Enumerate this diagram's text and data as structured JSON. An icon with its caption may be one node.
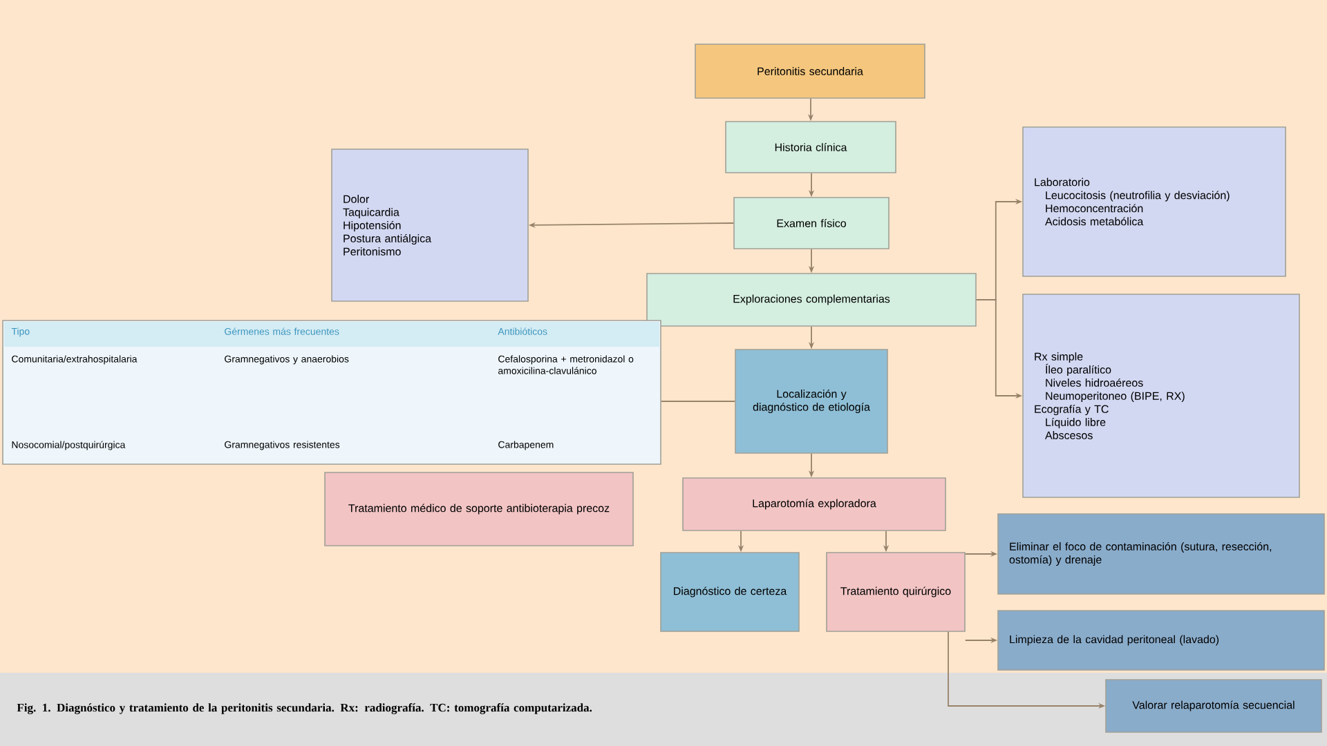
{
  "diagram": {
    "caption": "Fig. 1. Diagnóstico y tratamiento de la peritonitis secundaria. Rx: radiografía. TC: tomografía computarizada.",
    "nodes": [
      {
        "text": [
          "Peritonitis secundaria"
        ]
      },
      {
        "text": [
          "Historia clínica"
        ]
      },
      {
        "text": [
          "Examen físico"
        ]
      },
      {
        "text": [
          "Dolor",
          "Taquicardia",
          "Hipotensión",
          "Postura antiálgica",
          "Peritonismo"
        ]
      },
      {
        "text": [
          "Exploraciones complementarias"
        ]
      },
      {
        "text": [
          "Laboratorio",
          "Leucocitosis (neutrofilia y desviación)",
          "Hemoconcentración",
          "Acidosis metabólica"
        ]
      },
      {
        "text": [
          "Rx simple",
          "Íleo paralítico",
          "Niveles hidroaéreos",
          "Neumoperitoneo (BIPE, RX)",
          "Ecografía y TC",
          "Líquido libre",
          "Abscesos"
        ]
      },
      {
        "text": [
          "Tipo",
          "Gérmenes más frecuentes",
          "Antibióticos",
          "Comunitaria/extrahospitalaria",
          "Gramnegativos y anaerobios",
          "Cefalosporina + metronidazol o amoxicilina-clavulánico",
          "Nosocomial/postquirúrgica",
          "Gramnegativos resistentes",
          "Carbapenem"
        ]
      },
      {
        "text": [
          "Localización y diagnóstico de etiología"
        ]
      },
      {
        "text": [
          "Tratamiento médico de soporte antibioterapia precoz"
        ]
      },
      {
        "text": [
          "Laparotomía exploradora"
        ]
      },
      {
        "text": [
          "Diagnóstico de certeza"
        ]
      },
      {
        "text": [
          "Tratamiento quirúrgico"
        ]
      },
      {
        "text": [
          "Eliminar el foco de contaminación (sutura, resección, ostomía) y drenaje"
        ]
      },
      {
        "text": [
          "Limpieza de la cavidad peritoneal (lavado)"
        ]
      },
      {
        "text": [
          "Valorar relaparotomía secuencial"
        ]
      }
    ],
    "edges": [
      {
        "from": 0,
        "to": 1,
        "arrow": "to"
      },
      {
        "from": 1,
        "to": 2,
        "arrow": "to"
      },
      {
        "from": 2,
        "to": 3,
        "arrow": "to"
      },
      {
        "from": 2,
        "to": 4,
        "arrow": "to"
      },
      {
        "from": 4,
        "to": 5,
        "arrow": "to"
      },
      {
        "from": 4,
        "to": 6,
        "arrow": "to"
      },
      {
        "from": 4,
        "to": 8,
        "arrow": "to"
      },
      {
        "from": 7,
        "to": 8,
        "arrow": "none"
      },
      {
        "from": 8,
        "to": 10,
        "arrow": "to"
      },
      {
        "from": 10,
        "to": 11,
        "arrow": "to"
      },
      {
        "from": 10,
        "to": 12,
        "arrow": "to"
      },
      {
        "from": 12,
        "to": 13,
        "arrow": "to"
      },
      {
        "from": 12,
        "to": 14,
        "arrow": "to"
      },
      {
        "from": 12,
        "to": 15,
        "arrow": "to"
      }
    ]
  }
}
